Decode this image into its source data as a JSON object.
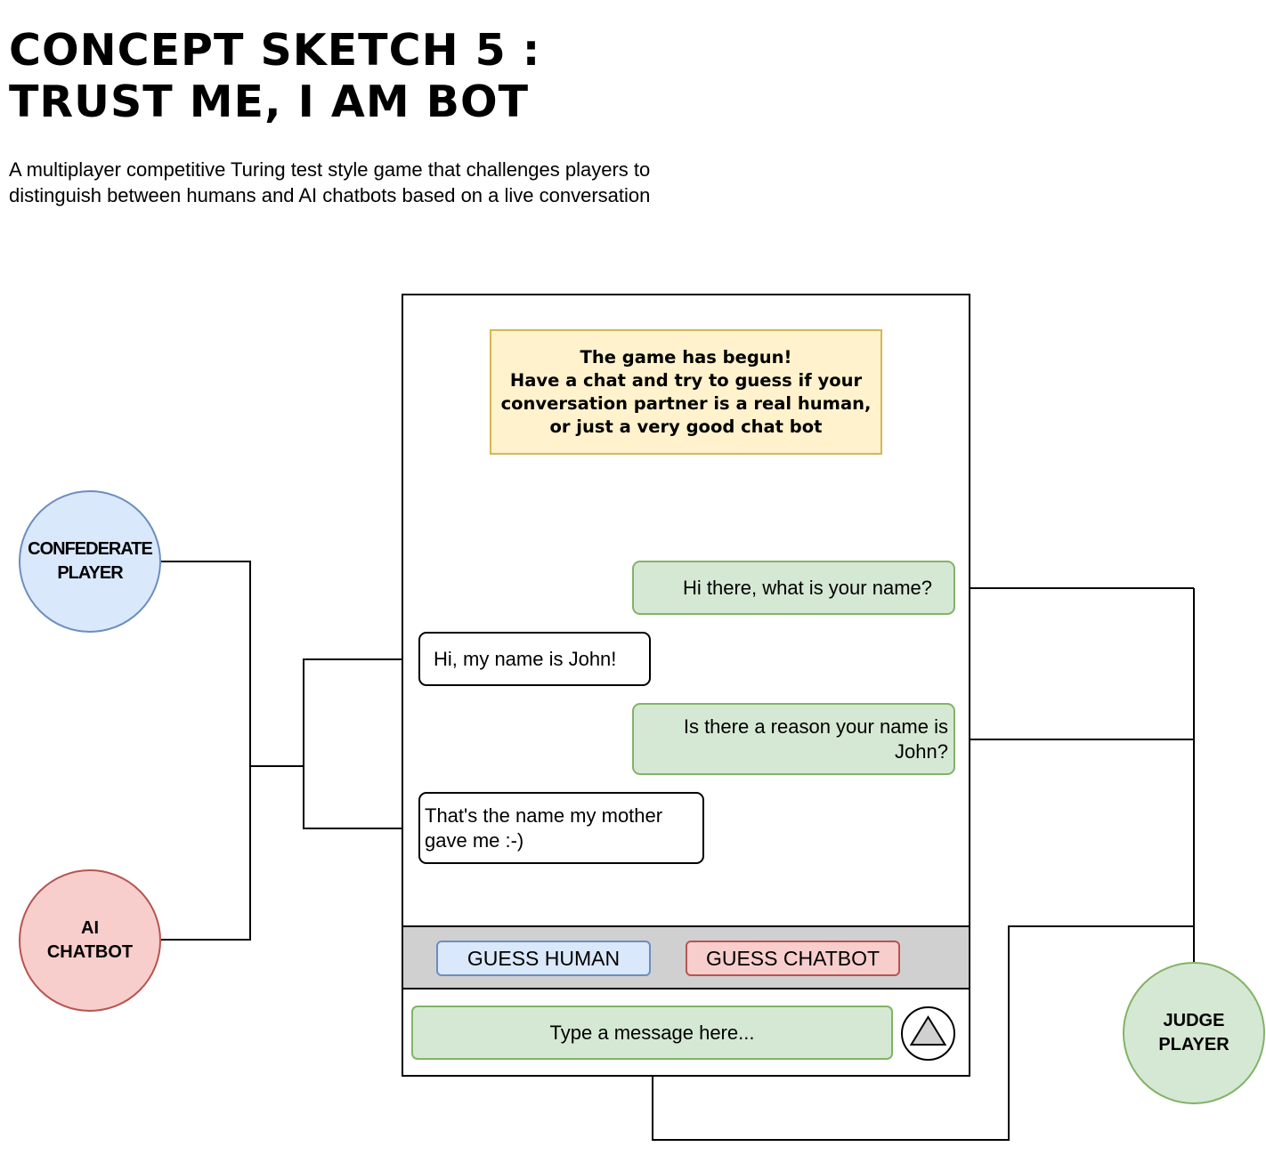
{
  "title": {
    "line1": "CONCEPT SKETCH 5 :",
    "line2": "TRUST ME, I AM BOT"
  },
  "description": "A multiplayer competitive Turing test style game that challenges players to distinguish between humans and AI chatbots based on a live conversation",
  "notice": {
    "line1": "The game has begun!",
    "line2": "Have a chat and try to guess if your",
    "line3": "conversation partner is a real human,",
    "line4": "or just a very good chat bot"
  },
  "messages": [
    {
      "sender": "judge",
      "text": "Hi there, what is your name?"
    },
    {
      "sender": "partner",
      "text": "Hi, my name is John!"
    },
    {
      "sender": "judge",
      "text": "Is there a reason your name is John?"
    },
    {
      "sender": "partner",
      "text": "That's the name my mother gave me :-)"
    }
  ],
  "guess": {
    "human_label": "GUESS HUMAN",
    "chatbot_label": "GUESS CHATBOT"
  },
  "input": {
    "placeholder": "Type a message here..."
  },
  "send_icon": "triangle-send-icon",
  "actors": {
    "confederate": {
      "line1": "CONFEDERATE",
      "line2": "PLAYER"
    },
    "ai": {
      "line1": "AI",
      "line2": "CHATBOT"
    },
    "judge": {
      "line1": "JUDGE",
      "line2": "PLAYER"
    }
  },
  "colors": {
    "blue_fill": "#dae8fc",
    "blue_stroke": "#6c8ebf",
    "red_fill": "#f8cecc",
    "red_stroke": "#b85450",
    "green_fill": "#d5e8d4",
    "green_stroke": "#82b366",
    "yellow_fill": "#fff2cc",
    "yellow_stroke": "#d6b656",
    "bar_gray": "#d0d0d0"
  }
}
